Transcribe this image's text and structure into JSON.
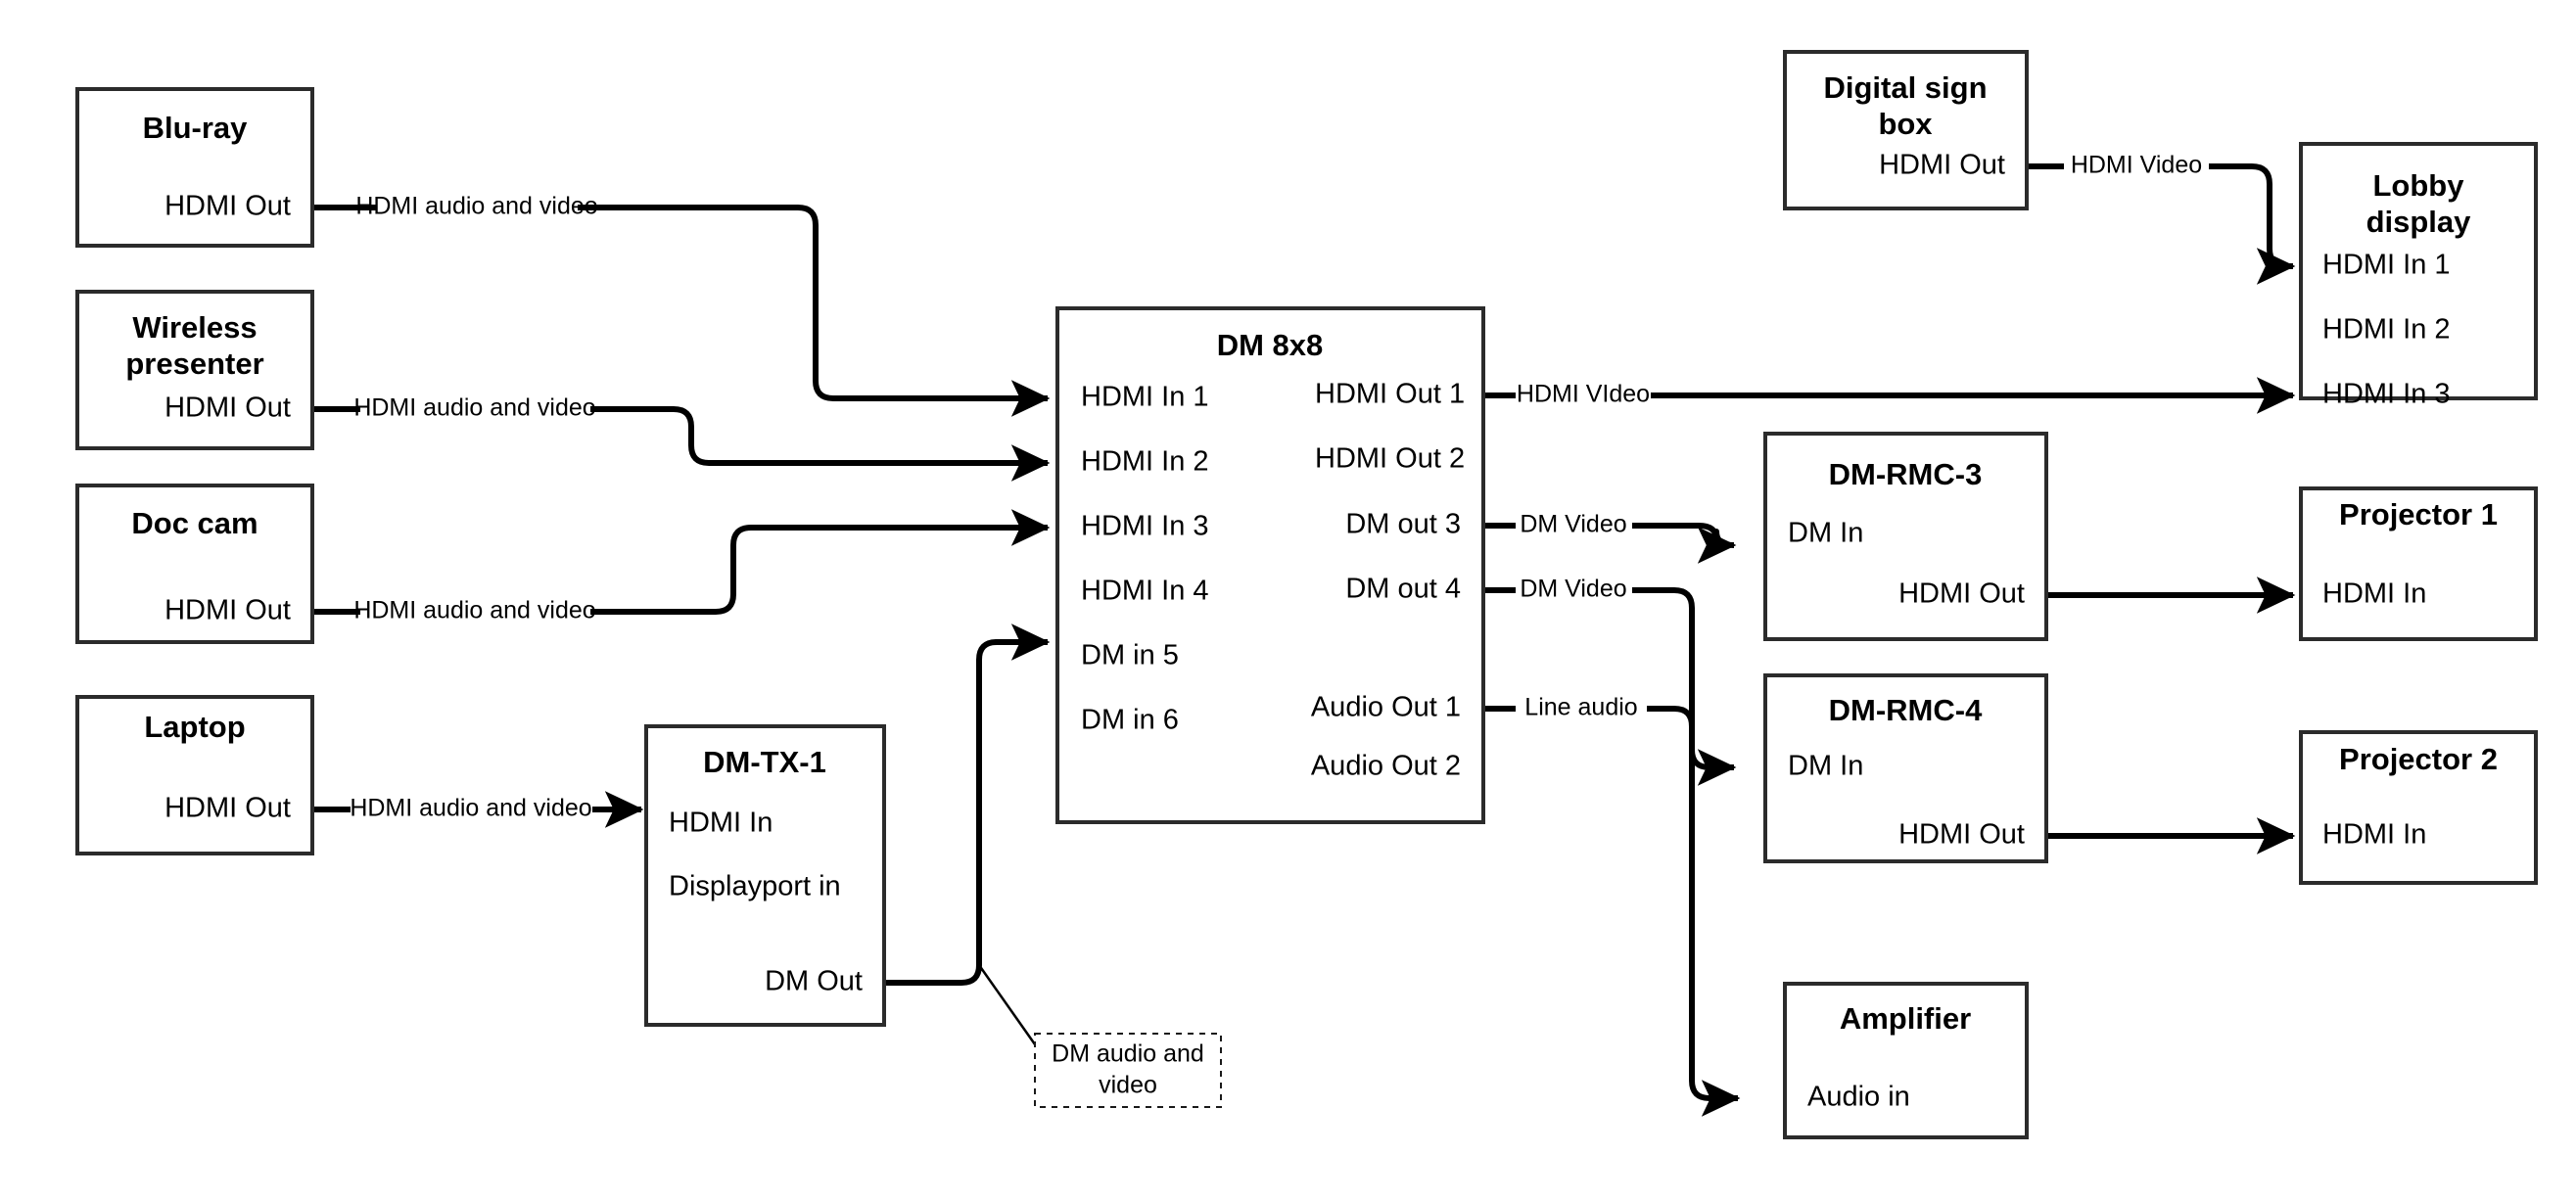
{
  "diagram": {
    "type": "av-signal-flow",
    "background": "#ffffff",
    "line_color": "#000000",
    "box_border_color": "#2b2b2b"
  },
  "nodes": {
    "bluray": {
      "title": "Blu-ray",
      "port_out_1": "HDMI Out"
    },
    "wireless": {
      "title": "Wireless\npresenter",
      "title_line1": "Wireless",
      "title_line2": "presenter",
      "port_out_1": "HDMI Out"
    },
    "doccam": {
      "title": "Doc cam",
      "port_out_1": "HDMI Out"
    },
    "laptop": {
      "title": "Laptop",
      "port_out_1": "HDMI Out"
    },
    "dmtx1": {
      "title": "DM-TX-1",
      "port_in_1": "HDMI In",
      "port_in_2": "Displayport in",
      "port_out_1": "DM Out"
    },
    "dm8x8": {
      "title": "DM 8x8",
      "inputs": [
        "HDMI In 1",
        "HDMI In 2",
        "HDMI In 3",
        "HDMI In 4",
        "DM in 5",
        "DM in 6"
      ],
      "outputs": [
        "HDMI Out 1",
        "HDMI Out 2",
        "DM out 3",
        "DM out 4",
        "Audio Out 1",
        "Audio Out 2"
      ]
    },
    "digitalsign": {
      "title_line1": "Digital sign",
      "title_line2": "box",
      "port_out_1": "HDMI Out"
    },
    "lobbydisplay": {
      "title_line1": "Lobby",
      "title_line2": "display",
      "inputs": [
        "HDMI In 1",
        "HDMI In 2",
        "HDMI In 3"
      ]
    },
    "dmrmc3": {
      "title": "DM-RMC-3",
      "port_in_1": "DM In",
      "port_out_1": "HDMI Out"
    },
    "dmrmc4": {
      "title": "DM-RMC-4",
      "port_in_1": "DM In",
      "port_out_1": "HDMI Out"
    },
    "projector1": {
      "title": "Projector 1",
      "port_in_1": "HDMI In"
    },
    "projector2": {
      "title": "Projector 2",
      "port_in_1": "HDMI In"
    },
    "amplifier": {
      "title": "Amplifier",
      "port_in_1": "Audio in"
    }
  },
  "links": {
    "bluray_to_in1": "HDMI audio and video",
    "wireless_to_in2": "HDMI audio and video",
    "doccam_to_in3": "HDMI audio and video",
    "laptop_to_dmtx1": "HDMI audio and video",
    "hdmiout1_to_lobby": "HDMI VIdeo",
    "sign_to_lobby": "HDMI Video",
    "dmout3_to_rmc3": "DM Video",
    "dmout4_to_rmc4": "DM Video",
    "audioout1_to_amp": "Line audio"
  },
  "notes": {
    "dm_callout_line1": "DM audio and",
    "dm_callout_line2": "video"
  }
}
